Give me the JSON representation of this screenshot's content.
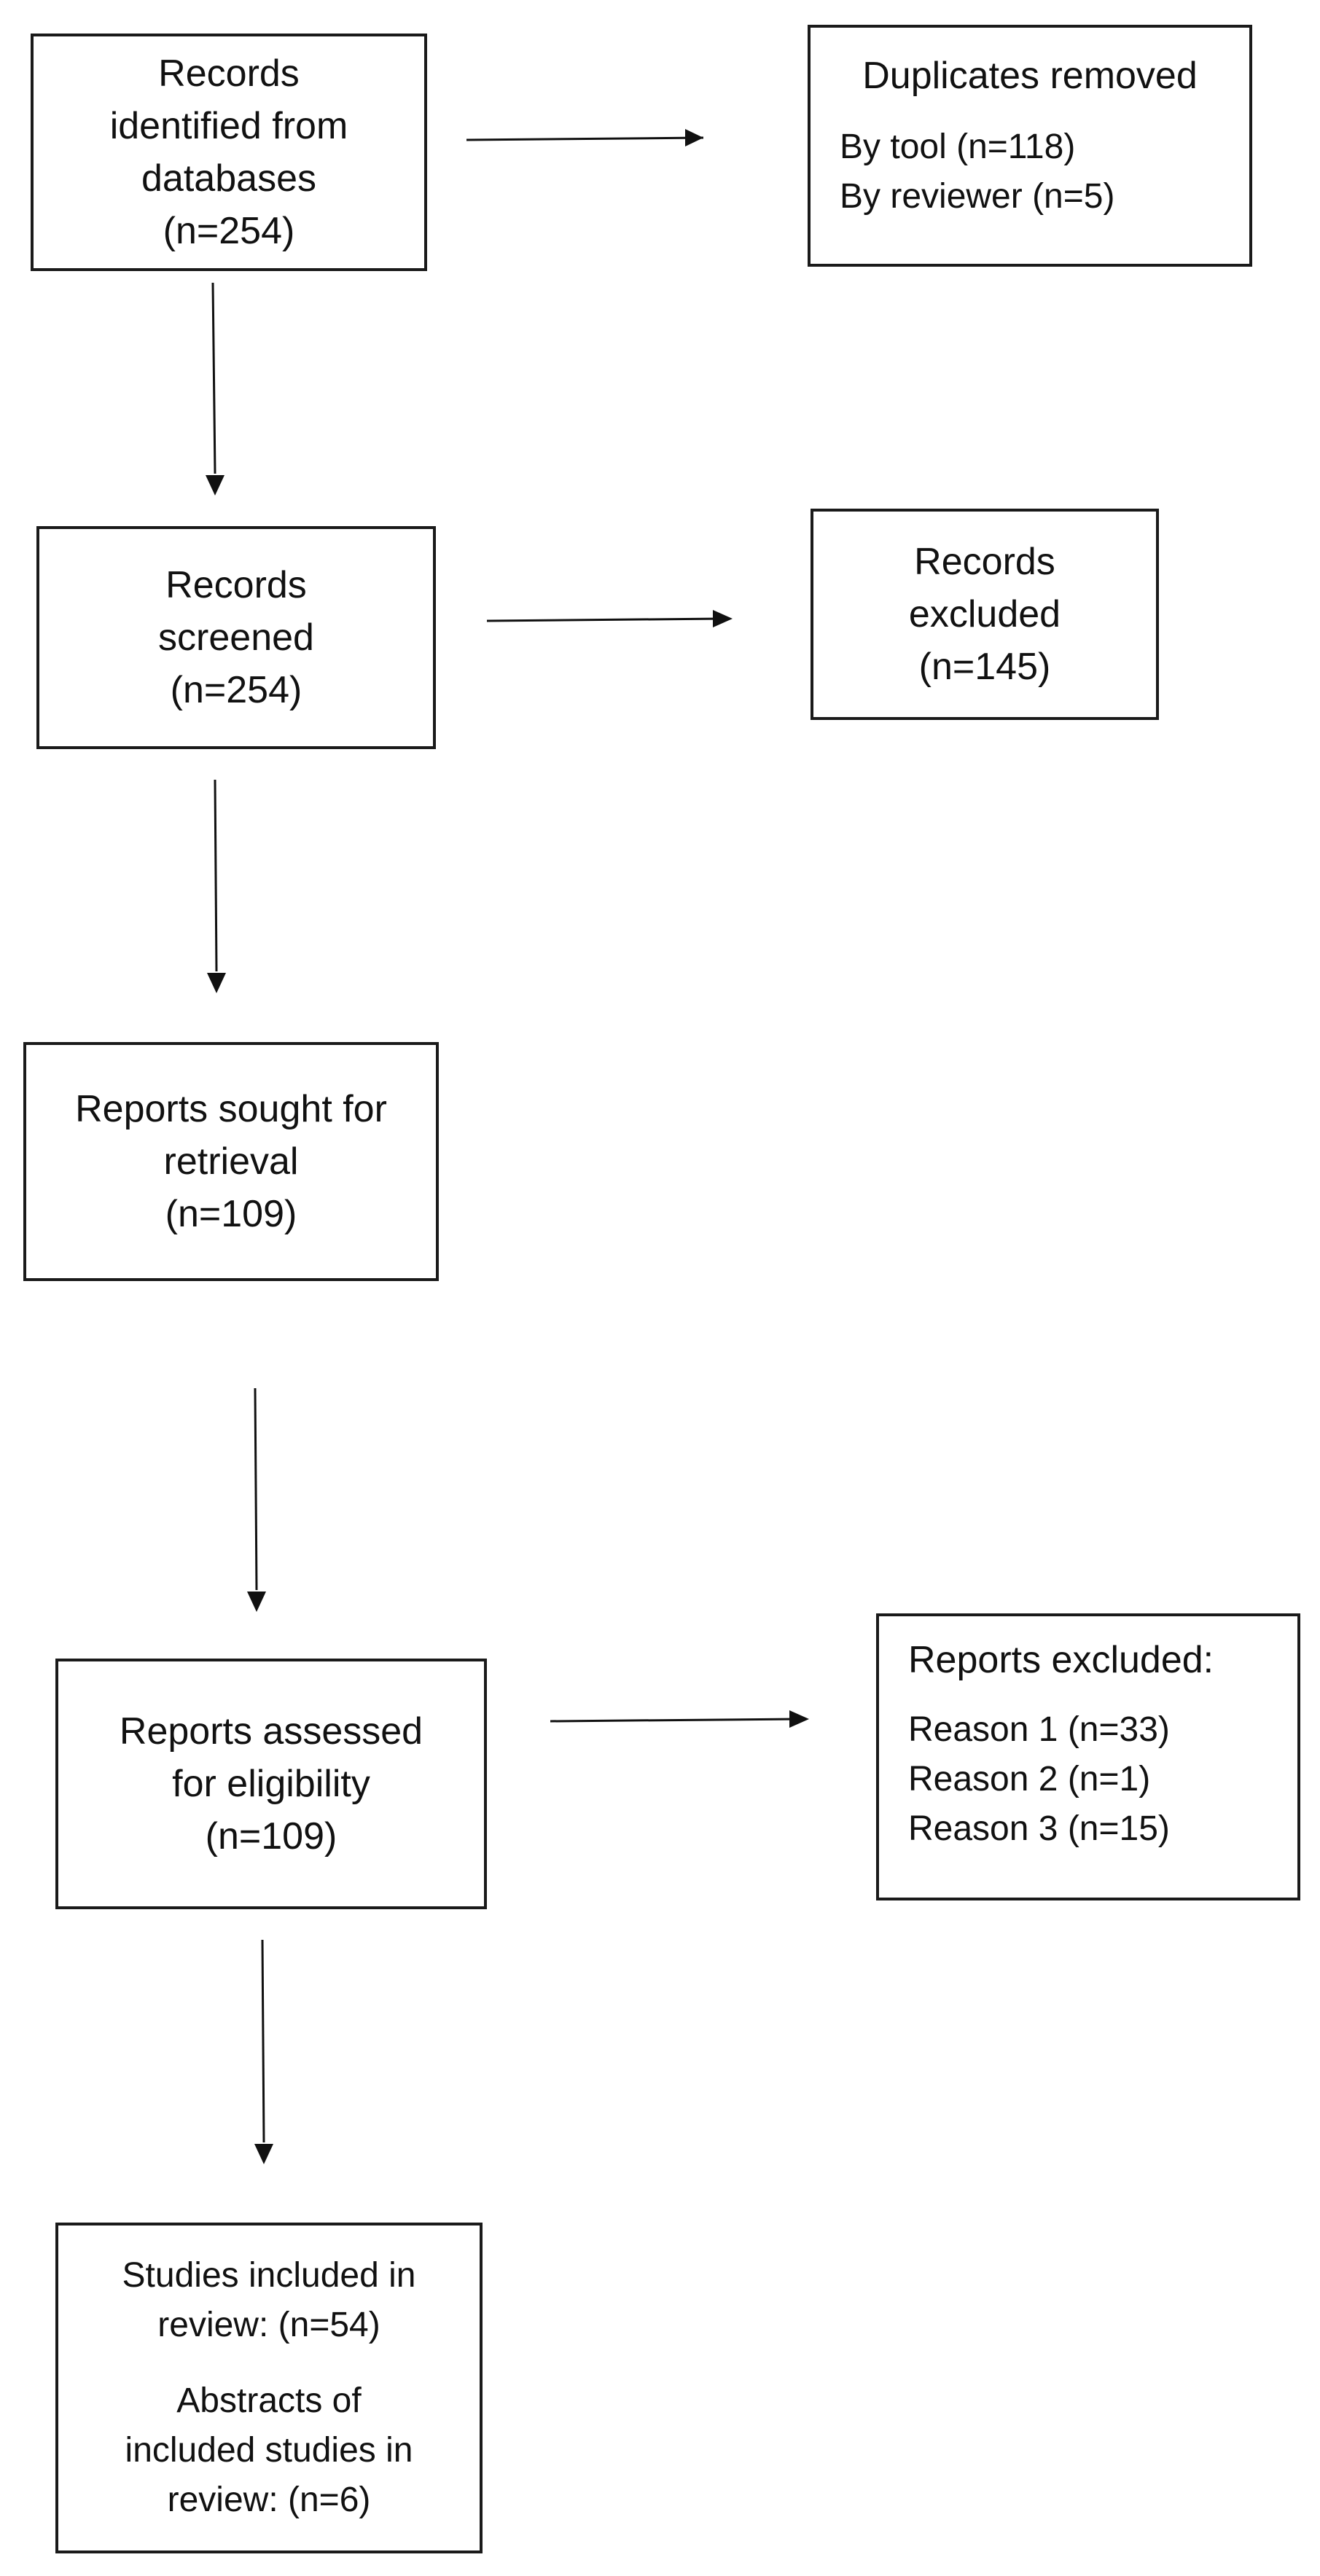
{
  "boxes": {
    "identified": {
      "lines": [
        "Records",
        "identified from",
        "databases",
        "(n=254)"
      ]
    },
    "duplicates": {
      "title": "Duplicates removed",
      "items": [
        "By tool (n=118)",
        "By reviewer (n=5)"
      ]
    },
    "screened": {
      "lines": [
        "Records",
        "screened",
        "(n=254)"
      ]
    },
    "excluded": {
      "lines": [
        "Records",
        "excluded",
        "(n=145)"
      ]
    },
    "sought": {
      "lines": [
        "Reports sought for",
        "retrieval",
        "(n=109)"
      ]
    },
    "assessed": {
      "lines": [
        "Reports assessed",
        "for eligibility",
        "(n=109)"
      ]
    },
    "reports_excluded": {
      "title": "Reports excluded:",
      "items": [
        "Reason 1 (n=33)",
        "Reason 2 (n=1)",
        "Reason 3 (n=15)"
      ]
    },
    "included": {
      "lines": [
        "Studies included in",
        "review: (n=54)"
      ],
      "lines2": [
        "Abstracts of",
        "included studies in",
        "review: (n=6)"
      ]
    }
  }
}
